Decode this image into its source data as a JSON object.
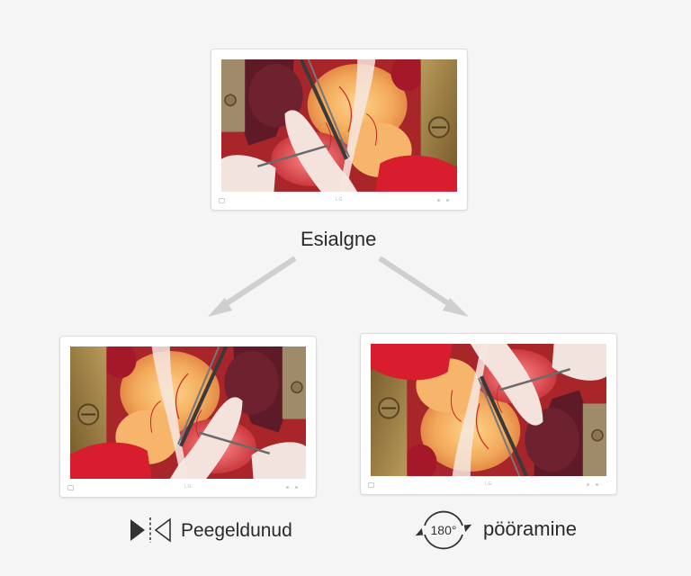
{
  "captions": {
    "original": "Esialgne",
    "mirrored": "Peegeldunud",
    "rotated": "pööramine",
    "rotate_degrees": "180°"
  },
  "monitor": {
    "logo": "LG"
  },
  "icons": {
    "mirror": "mirror-flip-icon",
    "rotate": "rotate-180-icon",
    "arrow_left": "arrow-down-left-icon",
    "arrow_right": "arrow-down-right-icon"
  },
  "colors": {
    "background": "#f5f5f5",
    "arrow": "#cfcfcf",
    "text": "#2a2a2a",
    "icon": "#333333"
  }
}
